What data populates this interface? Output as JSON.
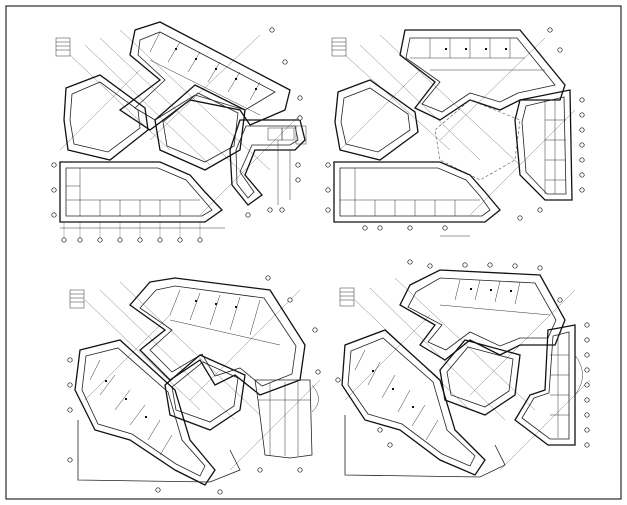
{
  "drawing": {
    "border_color": "#000000",
    "line_color": "#111111",
    "background": "#ffffff",
    "plans": [
      {
        "id": "plan-top-left"
      },
      {
        "id": "plan-top-right"
      },
      {
        "id": "plan-bottom-left"
      },
      {
        "id": "plan-bottom-right"
      }
    ]
  }
}
